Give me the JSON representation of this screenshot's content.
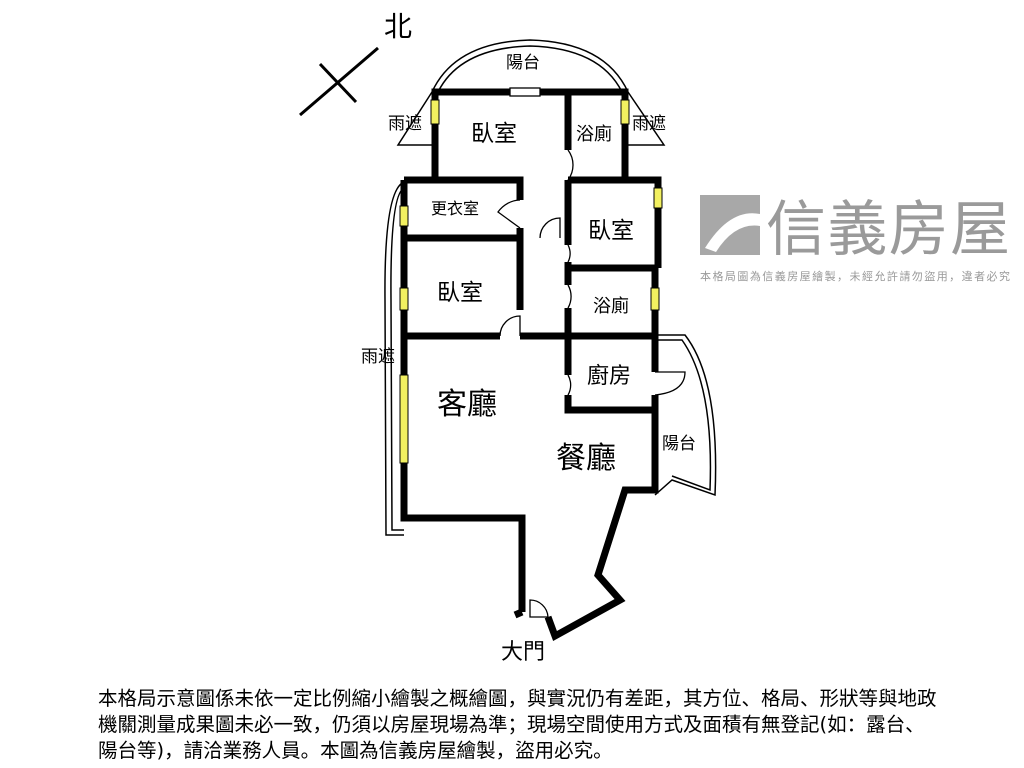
{
  "north_label": "北",
  "rooms": {
    "balcony_top": "陽台",
    "canopy_left_top": "雨遮",
    "canopy_right_top": "雨遮",
    "bedroom_master": "臥室",
    "bath_top": "浴廁",
    "walk_in_closet": "更衣室",
    "bedroom_right": "臥室",
    "bedroom_left": "臥室",
    "bath_middle": "浴廁",
    "canopy_left": "雨遮",
    "kitchen": "廚房",
    "living_room": "客廳",
    "dining_room": "餐廳",
    "balcony_right": "陽台",
    "main_door": "大門"
  },
  "watermark": {
    "brand": "信義房屋",
    "notice": "本格局圖為信義房屋繪製，未經允許請勿盜用，違者必究"
  },
  "disclaimer": "本格局示意圖係未依一定比例縮小繪製之概繪圖，與實況仍有差距，其方位、格局、形狀等與地政機關測量成果圖未必一致，仍須以房屋現場為準；現場空間使用方式及面積有無登記(如：露台、陽台等)，請洽業務人員。本圖為信義房屋繪製，盜用必究。",
  "colors": {
    "wall": "#000000",
    "window": "#f2f060",
    "watermark": "#9a9a9a"
  }
}
